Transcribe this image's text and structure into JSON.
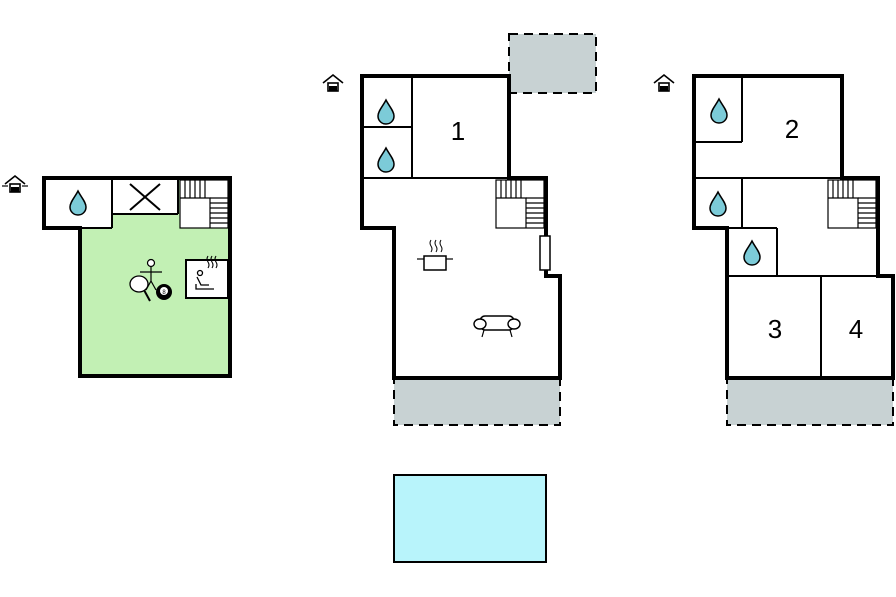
{
  "colors": {
    "basement_floor": "#c2f0b4",
    "pool": "#b8f4fb",
    "terrace": "#c8d2d3",
    "water_drop": "#7ccbd8",
    "wall": "#000000",
    "background": "#ffffff"
  },
  "floors": [
    {
      "id": "basement",
      "icons": [
        "entrance-icon",
        "bathroom-drop-icon",
        "storage-cross-icon",
        "stairs-icon",
        "sauna-icon",
        "table-tennis-icon",
        "billiards-icon",
        "table-football-icon"
      ]
    },
    {
      "id": "ground",
      "rooms": [
        {
          "label": "1"
        }
      ],
      "icons": [
        "entrance-icon",
        "bathroom-drop-icon",
        "bathroom-drop-icon",
        "stairs-icon",
        "kitchen-pot-icon",
        "sofa-icon",
        "fireplace-icon"
      ]
    },
    {
      "id": "upper",
      "rooms": [
        {
          "label": "2"
        },
        {
          "label": "3"
        },
        {
          "label": "4"
        }
      ],
      "icons": [
        "entrance-icon",
        "bathroom-drop-icon",
        "bathroom-drop-icon",
        "bathroom-drop-icon",
        "stairs-icon"
      ]
    }
  ],
  "billiard_ball": "8",
  "pool": {
    "shape": "rectangle"
  }
}
